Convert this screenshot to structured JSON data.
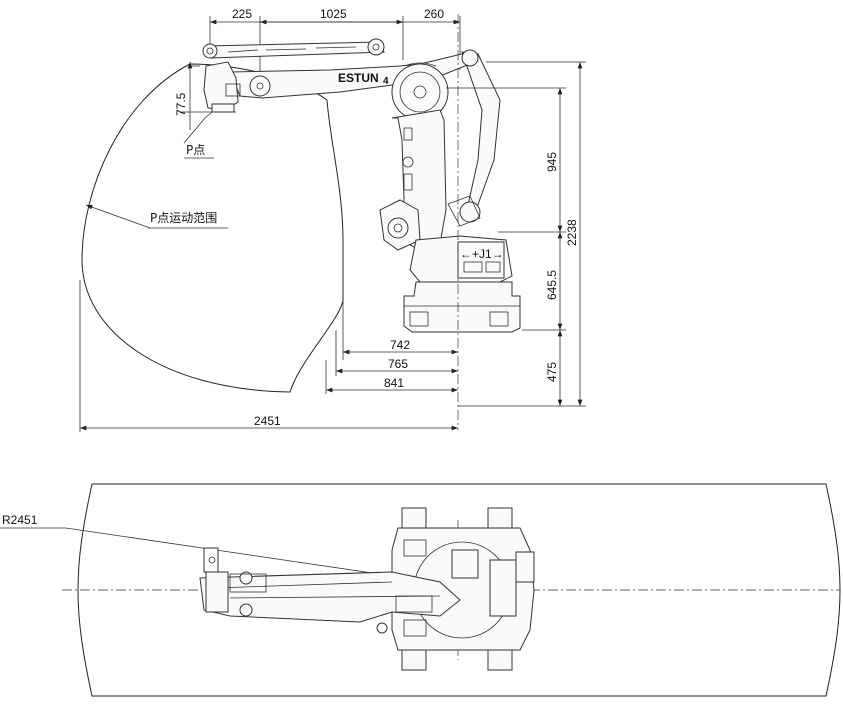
{
  "dimensions": {
    "top": [
      "225",
      "1025",
      "260"
    ],
    "right": [
      "945",
      "645.5",
      "475",
      "2238"
    ],
    "offset_77": "77.5",
    "horizontal": [
      "742",
      "765",
      "841",
      "2451"
    ]
  },
  "labels": {
    "p_point": "P点",
    "p_range": "P点运动范围",
    "radius": "R2451",
    "brand": "ESTUN",
    "joint": "←+J1→"
  }
}
